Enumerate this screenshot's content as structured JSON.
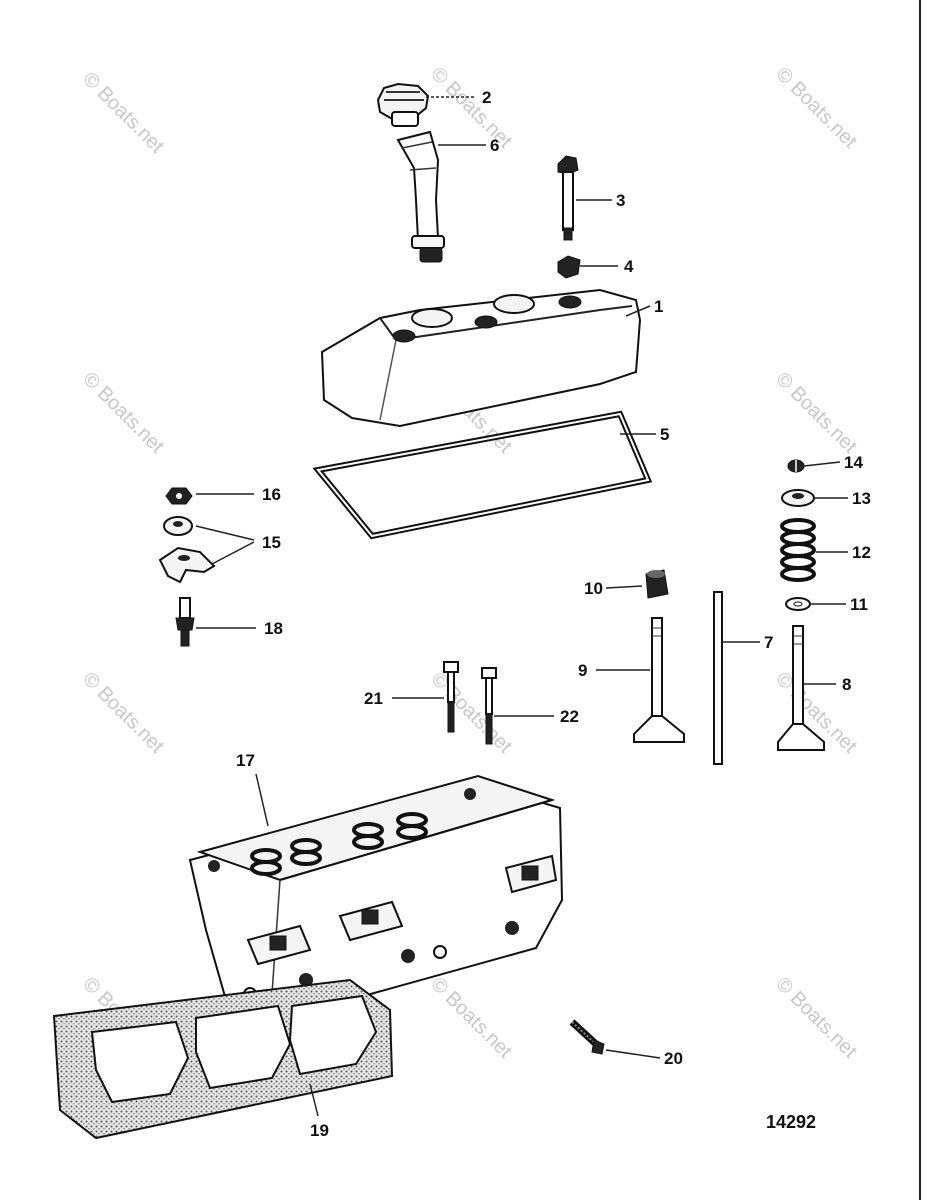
{
  "watermark": "© Boats.net",
  "figure_number": "14292",
  "callouts": {
    "c1": "1",
    "c2": "2",
    "c3": "3",
    "c4": "4",
    "c5": "5",
    "c6": "6",
    "c7": "7",
    "c8": "8",
    "c9": "9",
    "c10": "10",
    "c11": "11",
    "c12": "12",
    "c13": "13",
    "c14": "14",
    "c15": "15",
    "c16": "16",
    "c17": "17",
    "c18": "18",
    "c19": "19",
    "c20": "20",
    "c21": "21",
    "c22": "22"
  }
}
